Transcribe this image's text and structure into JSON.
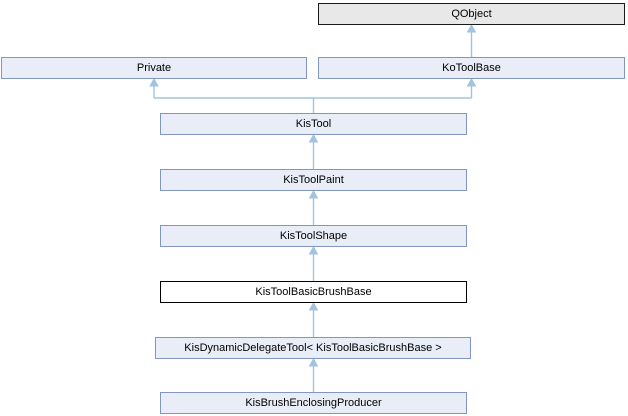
{
  "diagram": {
    "title": "Inheritance graph for KisBrushEnclosingProducer",
    "nodes": [
      {
        "label": "QObject",
        "role": "external-class"
      },
      {
        "label": "Private",
        "role": "linked-class"
      },
      {
        "label": "KoToolBase",
        "role": "linked-class"
      },
      {
        "label": "KisTool",
        "role": "linked-class"
      },
      {
        "label": "KisToolPaint",
        "role": "linked-class"
      },
      {
        "label": "KisToolShape",
        "role": "linked-class"
      },
      {
        "label": "KisToolBasicBrushBase",
        "role": "current-class"
      },
      {
        "label": "KisDynamicDelegateTool< KisToolBasicBrushBase >",
        "role": "linked-class"
      },
      {
        "label": "KisBrushEnclosingProducer",
        "role": "linked-class"
      }
    ],
    "edges": [
      {
        "from": "KoToolBase",
        "to": "QObject",
        "type": "public-inheritance"
      },
      {
        "from": "KisTool",
        "to": "Private",
        "type": "public-inheritance"
      },
      {
        "from": "KisTool",
        "to": "KoToolBase",
        "type": "public-inheritance"
      },
      {
        "from": "KisToolPaint",
        "to": "KisTool",
        "type": "public-inheritance"
      },
      {
        "from": "KisToolShape",
        "to": "KisToolPaint",
        "type": "public-inheritance"
      },
      {
        "from": "KisToolBasicBrushBase",
        "to": "KisToolShape",
        "type": "public-inheritance"
      },
      {
        "from": "KisDynamicDelegateTool< KisToolBasicBrushBase >",
        "to": "KisToolBasicBrushBase",
        "type": "public-inheritance"
      },
      {
        "from": "KisBrushEnclosingProducer",
        "to": "KisDynamicDelegateTool< KisToolBasicBrushBase >",
        "type": "public-inheritance"
      }
    ],
    "colors": {
      "background": "#ffffff",
      "node_fill": "#e9edf7",
      "node_border": "#8296c4",
      "external_fill": "#e8e8e8",
      "external_border": "#1a1a1a",
      "current_fill": "#ffffff",
      "current_border": "#000000",
      "edge": "#a0c4e0",
      "text": "#000000"
    }
  }
}
